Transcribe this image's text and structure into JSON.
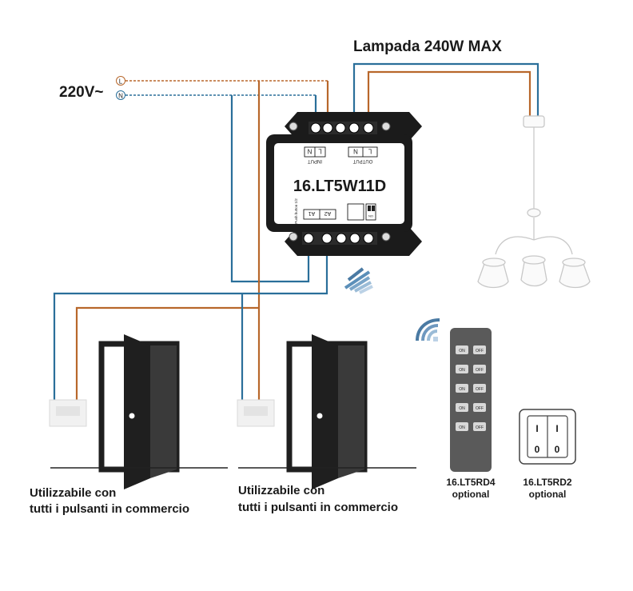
{
  "supply": {
    "voltage_label": "220V~",
    "live_terminal": "L",
    "neutral_terminal": "N"
  },
  "lamp": {
    "label": "Lampada 240W MAX"
  },
  "module": {
    "model": "16.LT5W11D",
    "input_label": "INPUT",
    "output_label": "OUTPUT",
    "input_terminals": [
      "N",
      "L"
    ],
    "output_terminals": [
      "N",
      "L"
    ],
    "pushbutton_terminals": [
      "A1",
      "A2"
    ],
    "pushbutton_note": "Push button 1/2",
    "switch_label": "ON"
  },
  "doors": [
    {
      "caption_line1": "Utilizzabile con",
      "caption_line2": "tutti i pulsanti in commercio"
    },
    {
      "caption_line1": "Utilizzabile con",
      "caption_line2": "tutti i pulsanti in commercio"
    }
  ],
  "remote4": {
    "model": "16.LT5RD4",
    "note": "optional",
    "on_label": "ON",
    "off_label": "OFF"
  },
  "remote2": {
    "model": "16.LT5RD2",
    "note": "optional",
    "on_glyph": "I",
    "off_glyph": "0"
  },
  "colors": {
    "live_wire": "#b8672b",
    "neutral_wire": "#2a6f9a",
    "module_body": "#1b1b1b",
    "door": "#1f1f1f",
    "remote": "#5a5a5a"
  }
}
